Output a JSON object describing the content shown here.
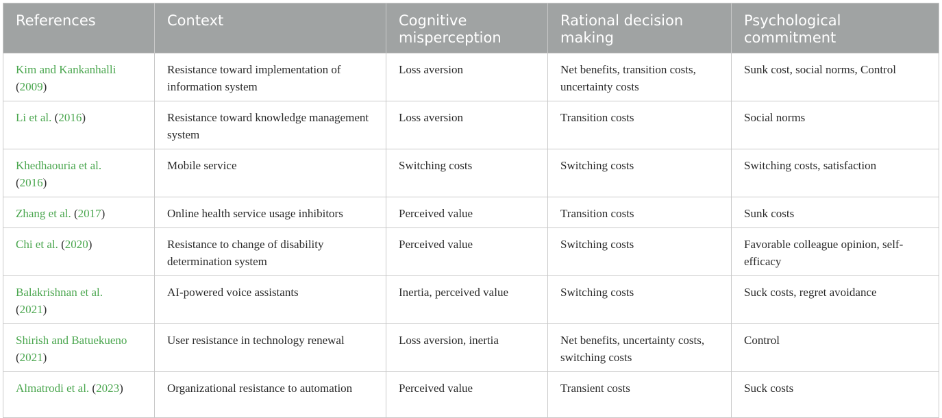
{
  "table": {
    "headers": [
      "References",
      "Context",
      "Cognitive misperception",
      "Rational decision making",
      "Psychological commitment"
    ],
    "rows": [
      {
        "authors": "Kim and Kankanhalli",
        "year": "2009",
        "context": "Resistance toward implementation of information system",
        "cognitive": "Loss aversion",
        "rational": "Net benefits, transition costs, uncertainty costs",
        "psych": "Sunk cost, social norms, Control"
      },
      {
        "authors": "Li et al.",
        "year": "2016",
        "context": "Resistance toward knowledge management system",
        "cognitive": "Loss aversion",
        "rational": "Transition costs",
        "psych": "Social norms"
      },
      {
        "authors": "Khedhaouria et al.",
        "year": "2016",
        "context": "Mobile service",
        "cognitive": "Switching costs",
        "rational": "Switching costs",
        "psych": "Switching costs, satisfaction"
      },
      {
        "authors": "Zhang et al.",
        "year": "2017",
        "context": "Online health service usage inhibitors",
        "cognitive": "Perceived value",
        "rational": "Transition costs",
        "psych": "Sunk costs"
      },
      {
        "authors": "Chi et al.",
        "year": "2020",
        "context": "Resistance to change of disability determination system",
        "cognitive": "Perceived value",
        "rational": "Switching costs",
        "psych": "Favorable colleague opinion, self-efficacy"
      },
      {
        "authors": "Balakrishnan et al.",
        "year": "2021",
        "context": "AI-powered voice assistants",
        "cognitive": "Inertia, perceived value",
        "rational": "Switching costs",
        "psych": "Suck costs, regret avoidance"
      },
      {
        "authors": "Shirish and Batuekueno",
        "year": "2021",
        "context": "User resistance in technology renewal",
        "cognitive": "Loss aversion, inertia",
        "rational": "Net benefits, uncertainty costs, switching costs",
        "psych": "Control"
      },
      {
        "authors": "Almatrodi et al.",
        "year": "2023",
        "context": "Organizational resistance to automation",
        "cognitive": "Perceived value",
        "rational": "Transient costs",
        "psych": "Suck costs"
      }
    ]
  },
  "colors": {
    "header_bg": "#a0a3a3",
    "header_text": "#ffffff",
    "link": "#4aa64e",
    "border": "#c9c9c9"
  }
}
